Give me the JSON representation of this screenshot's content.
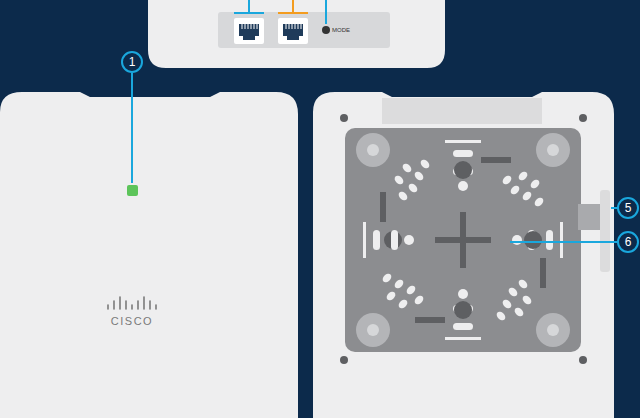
{
  "diagram": {
    "labels": [
      "MODE",
      "1",
      "CISCO",
      "5",
      "6"
    ]
  }
}
